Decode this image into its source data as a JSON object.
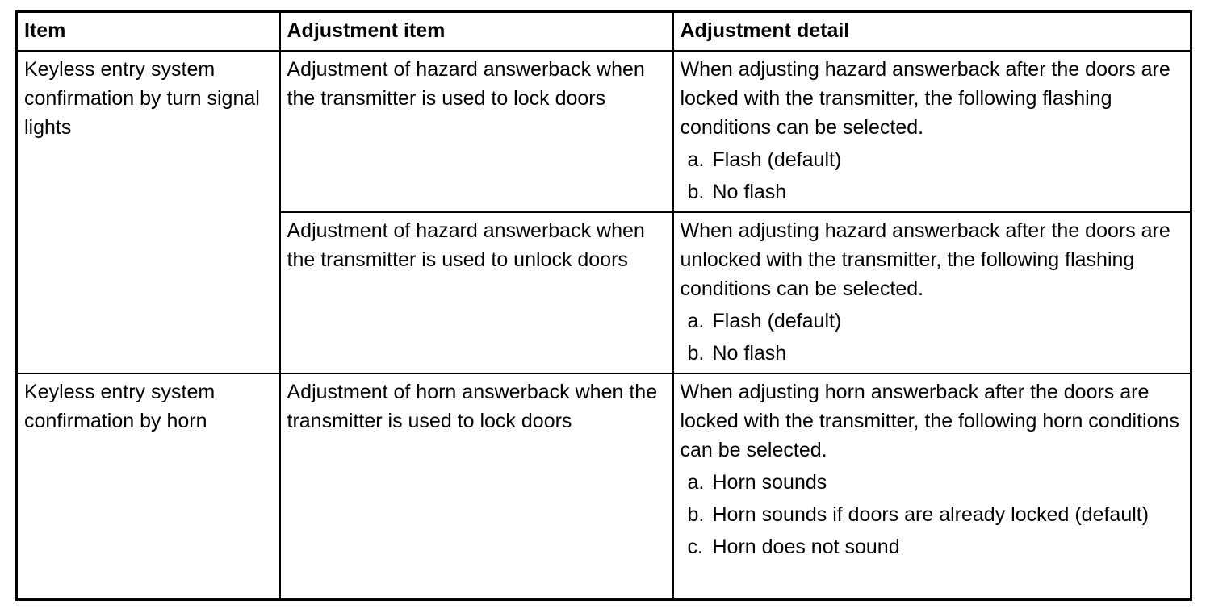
{
  "table": {
    "columns": [
      {
        "label": "Item"
      },
      {
        "label": "Adjustment item"
      },
      {
        "label": "Adjustment detail"
      }
    ],
    "groups": [
      {
        "item": "Keyless entry system confirmation by turn signal lights",
        "entries": [
          {
            "adjustment_item": "Adjustment of hazard answerback when the transmitter is used to lock doors",
            "detail": {
              "intro": "When adjusting hazard answerback after the doors are locked with the transmitter, the following flashing conditions can be selected.",
              "options": [
                {
                  "marker": "a.",
                  "text": "Flash (default)"
                },
                {
                  "marker": "b.",
                  "text": "No flash"
                }
              ]
            }
          },
          {
            "adjustment_item": "Adjustment of hazard answerback when the transmitter is used to unlock doors",
            "detail": {
              "intro": "When adjusting hazard answerback after the doors are unlocked with the transmitter, the following flashing conditions can be selected.",
              "options": [
                {
                  "marker": "a.",
                  "text": "Flash (default)"
                },
                {
                  "marker": "b.",
                  "text": "No flash"
                }
              ]
            }
          }
        ]
      },
      {
        "item": "Keyless entry system confirmation by horn",
        "entries": [
          {
            "adjustment_item": "Adjustment of horn answerback when the transmitter is used to lock doors",
            "detail": {
              "intro": "When adjusting horn answerback after the doors are locked with the transmitter, the following horn conditions can be selected.",
              "options": [
                {
                  "marker": "a.",
                  "text": "Horn sounds"
                },
                {
                  "marker": "b.",
                  "text": "Horn sounds if doors are already locked (default)"
                },
                {
                  "marker": "c.",
                  "text": "Horn does not sound"
                }
              ]
            }
          }
        ]
      }
    ]
  }
}
